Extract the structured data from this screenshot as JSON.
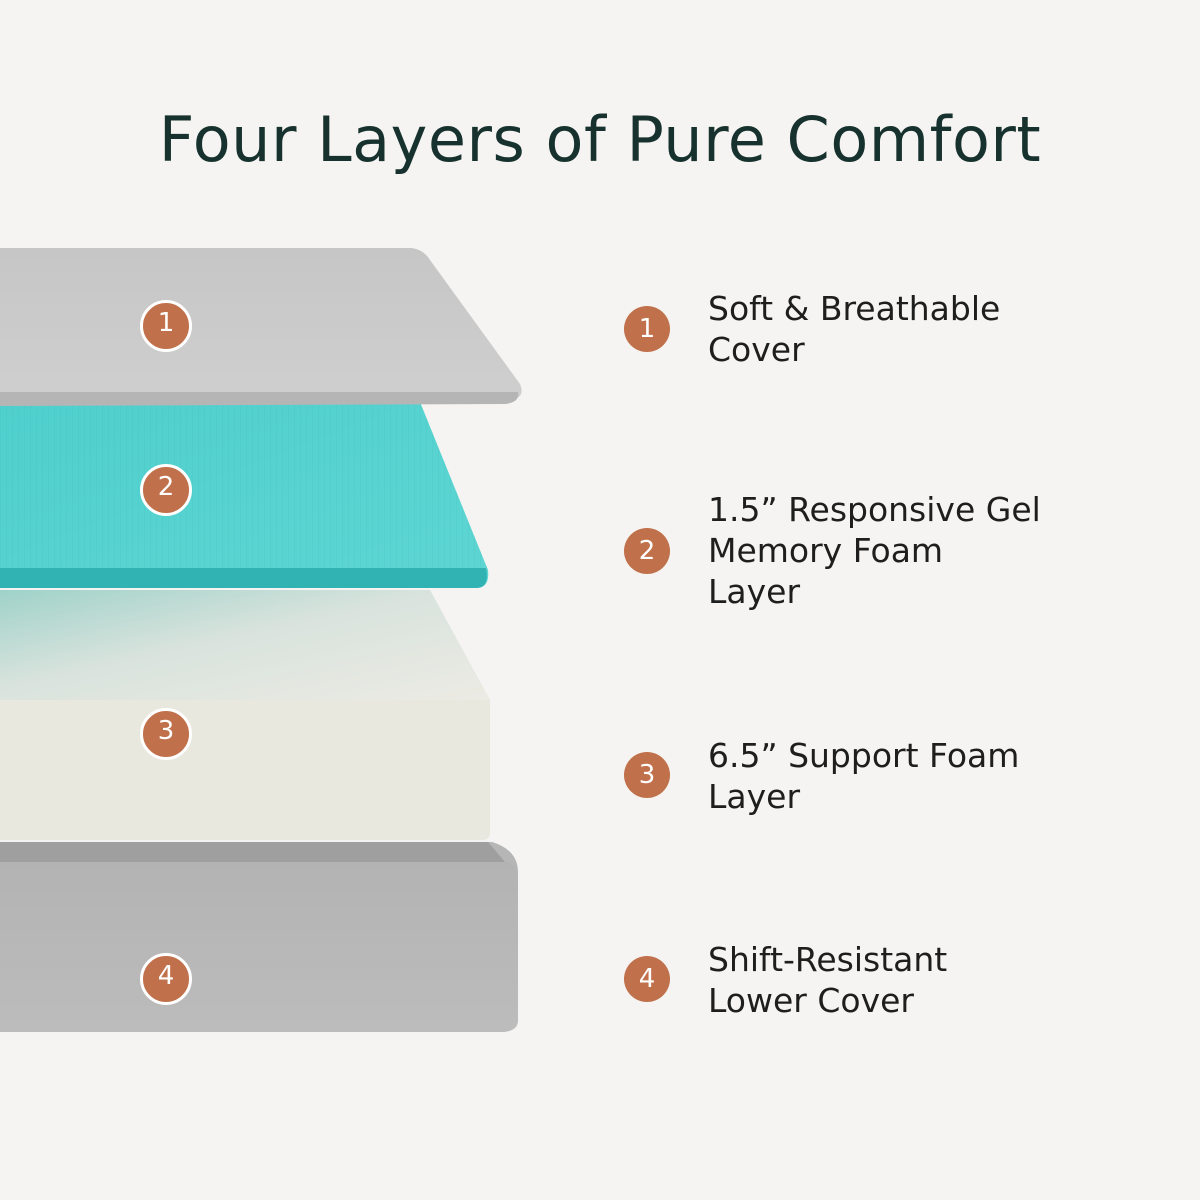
{
  "title": "Four Layers of Pure Comfort",
  "colors": {
    "background": "#f5f4f2",
    "title": "#17322e",
    "badge": "#c0704a",
    "cover_gray": "#c9c9c9",
    "gel_teal": "#3cc4c3",
    "support_foam": "#eae9e1",
    "lower_cover": "#bdbdbd"
  },
  "layers": [
    {
      "number": "1",
      "label": "Soft & Breathable\nCover"
    },
    {
      "number": "2",
      "label": "1.5” Responsive Gel\nMemory Foam\nLayer"
    },
    {
      "number": "3",
      "label": "6.5” Support Foam\nLayer"
    },
    {
      "number": "4",
      "label": "Shift-Resistant\nLower Cover"
    }
  ]
}
